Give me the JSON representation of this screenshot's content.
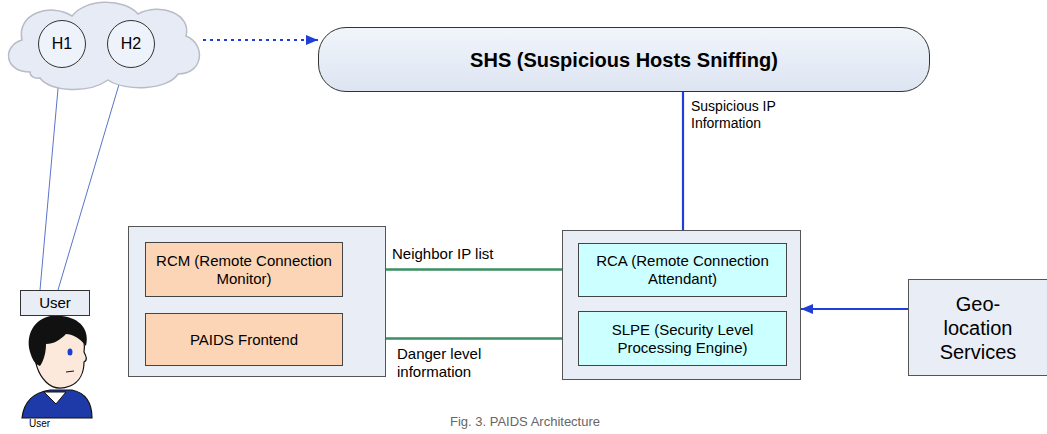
{
  "diagram": {
    "caption": "Fig. 3. PAIDS Architecture",
    "nodes": [
      {
        "text": []
      },
      {
        "text": [
          "H1"
        ],
        "in": 0
      },
      {
        "text": [
          "H2"
        ],
        "in": 0
      },
      {
        "text": [
          "SHS (Suspicious Hosts Sniffing)"
        ]
      },
      {
        "text": [
          "User"
        ]
      },
      {
        "text": []
      },
      {
        "text": [
          "RCM (Remote Connection Monitor)"
        ],
        "in": 5
      },
      {
        "text": [
          "PAIDS Frontend"
        ],
        "in": 5
      },
      {
        "text": []
      },
      {
        "text": [
          "RCA (Remote Connection Attendant)"
        ],
        "in": 8
      },
      {
        "text": [
          "SLPE (Security Level Processing Engine)"
        ],
        "in": 8
      },
      {
        "text": [
          "Geo-location Services"
        ]
      }
    ],
    "edges": [
      {
        "from": 0,
        "to": 3,
        "arrow": "to"
      },
      {
        "from": 4,
        "to": 1,
        "arrow": "none"
      },
      {
        "from": 4,
        "to": 2,
        "arrow": "none"
      },
      {
        "from": 3,
        "to": 9,
        "label": "Suspicious IP Information",
        "arrow": "to"
      },
      {
        "from": 6,
        "to": 9,
        "label": "Neighbor IP list",
        "arrow": "to"
      },
      {
        "from": 10,
        "to": 7,
        "label": "Danger level information",
        "arrow": "to"
      },
      {
        "from": 11,
        "to": 8,
        "arrow": "to"
      }
    ],
    "labels": [
      "User"
    ]
  }
}
